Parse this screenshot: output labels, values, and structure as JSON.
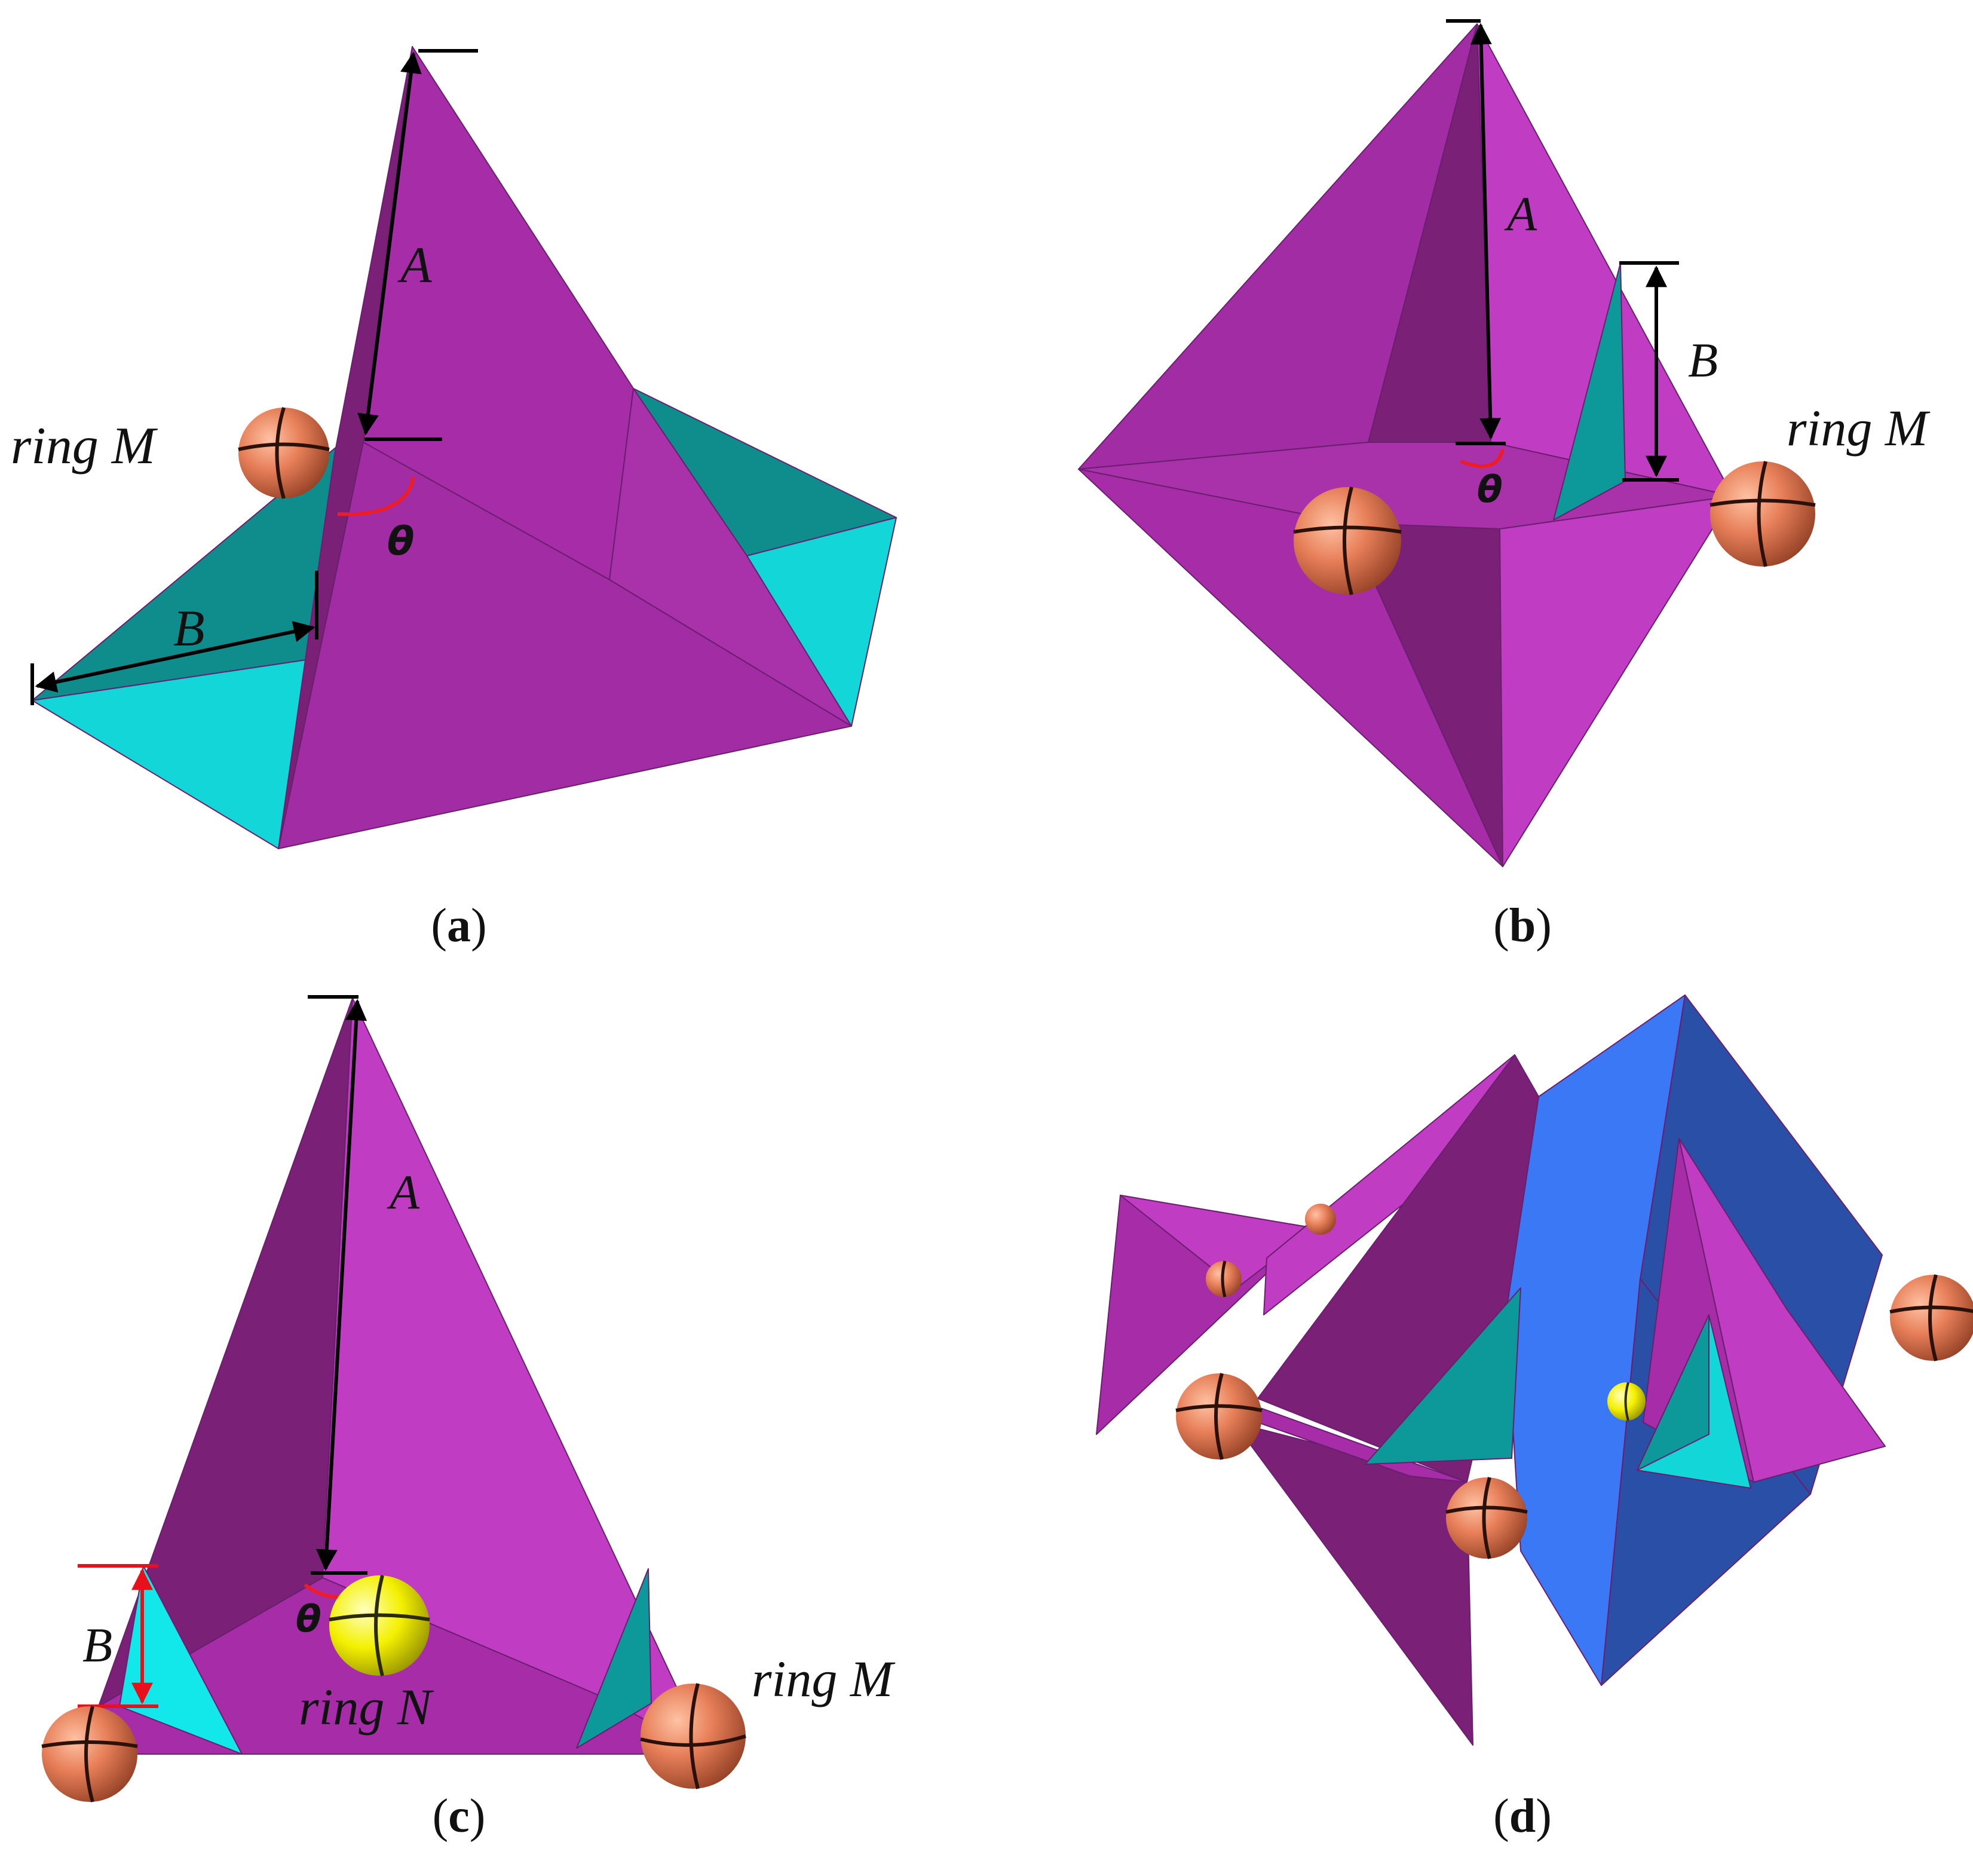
{
  "colors": {
    "magenta": "#a62da7",
    "magenta_light": "#c03cc2",
    "magenta_dark": "#7a2077",
    "teal": "#0d9999",
    "cyan": "#10d9db",
    "blue": "#3a78f5",
    "blue_dark": "#2a4fa6",
    "ring_orange": "#e07a55",
    "ring_yellow": "#f2ef10",
    "dimension_black": "#000000",
    "dimension_red": "#e8101a",
    "angle_red": "#ee1c25"
  },
  "panels": {
    "a": {
      "caption": "a",
      "label_A": "A",
      "label_B": "B",
      "label_theta": "θ",
      "ring_M": "ring M"
    },
    "b": {
      "caption": "b",
      "label_A": "A",
      "label_B": "B",
      "label_theta": "θ",
      "ring_M": "ring M"
    },
    "c": {
      "caption": "c",
      "label_A": "A",
      "label_B": "B",
      "label_theta": "θ",
      "ring_M": "ring M",
      "ring_N": "ring N"
    },
    "d": {
      "caption": "d"
    }
  }
}
